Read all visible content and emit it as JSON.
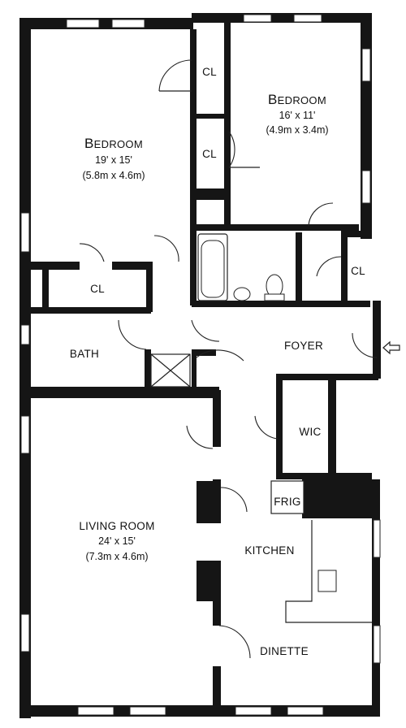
{
  "rooms": {
    "bedroom_left": {
      "name_initial": "B",
      "name_rest": "EDROOM",
      "dim_ft": "19' x 15'",
      "dim_m": "(5.8m x 4.6m)"
    },
    "bedroom_right": {
      "name_initial": "B",
      "name_rest": "EDROOM",
      "dim_ft": "16' x 11'",
      "dim_m": "(4.9m x 3.4m)"
    },
    "closet_top_1": "CL",
    "closet_top_2": "CL",
    "closet_left": "CL",
    "closet_foyer": "CL",
    "bath": "BATH",
    "foyer": "FOYER",
    "wic": "WIC",
    "frig": "FRIG",
    "kitchen": "KITCHEN",
    "living_room": {
      "name": "LIVING ROOM",
      "dim_ft": "24' x 15'",
      "dim_m": "(7.3m x 4.6m)"
    },
    "dinette": "DINETTE"
  },
  "icons": {
    "entry_arrow": "arrow-left-icon"
  }
}
